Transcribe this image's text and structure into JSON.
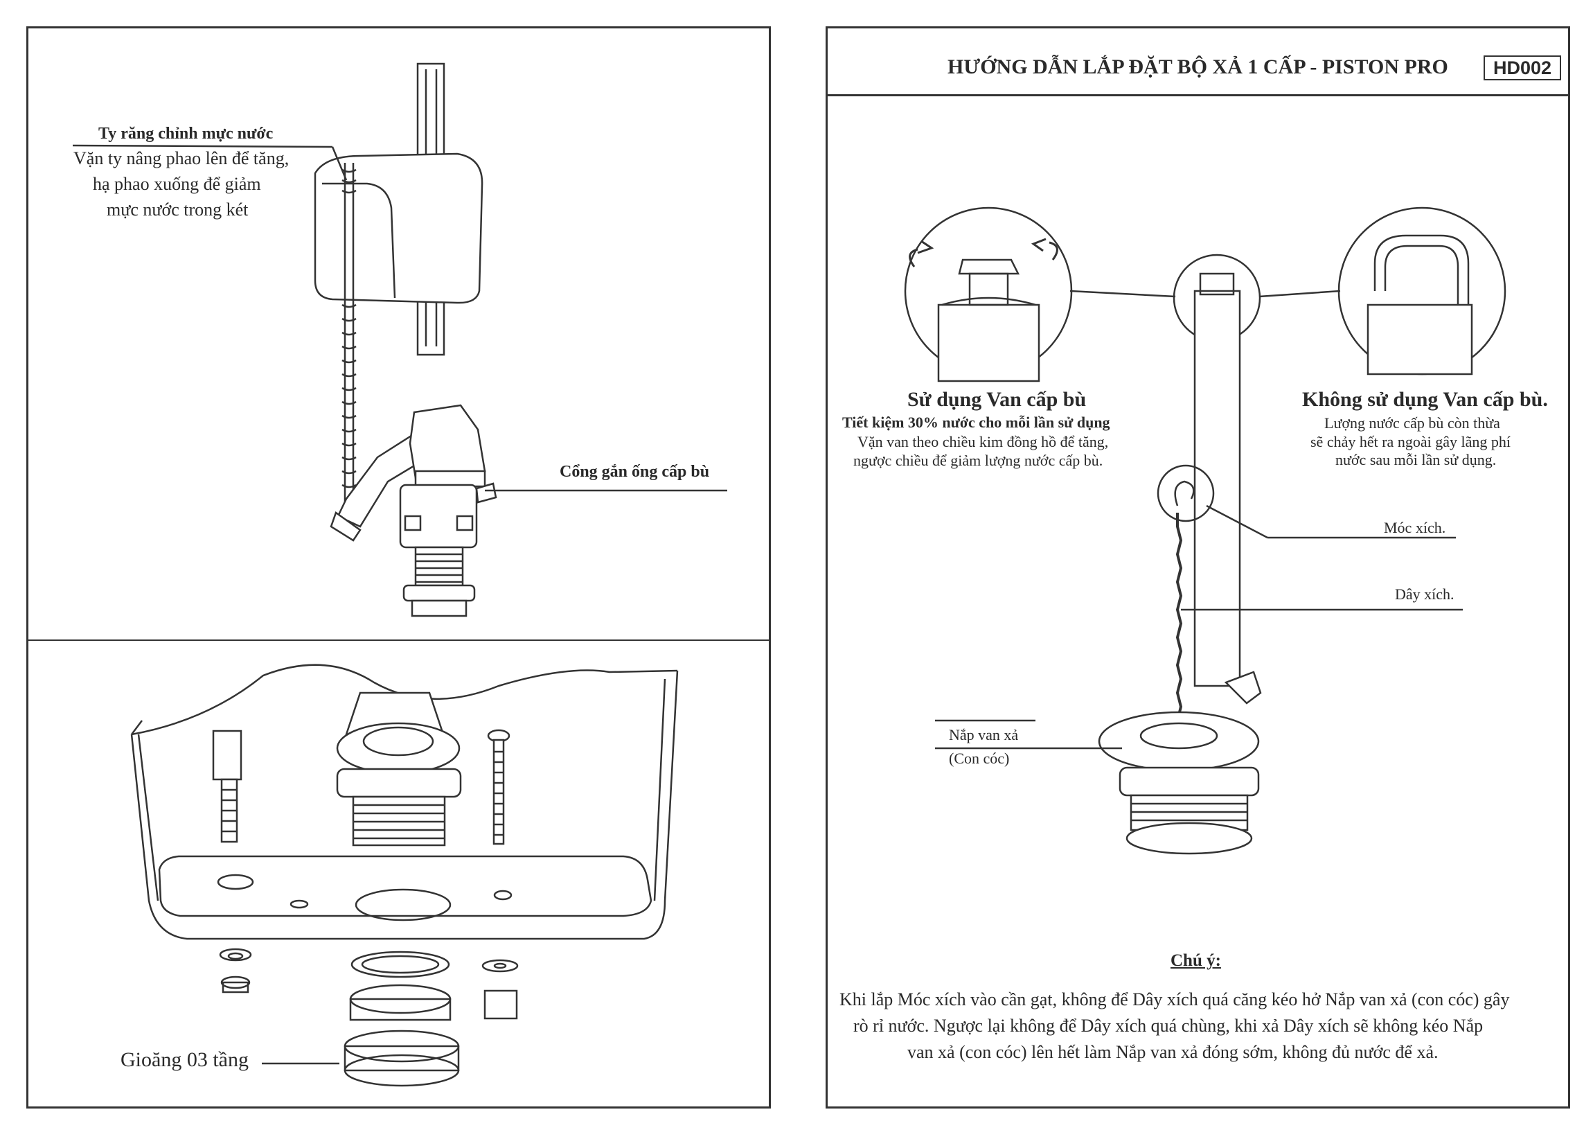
{
  "header": {
    "title": "HƯỚNG DẪN LẮP ĐẶT BỘ XẢ 1 CẤP - PISTON PRO",
    "code": "HD002"
  },
  "fill_valve": {
    "adjust_title": "Ty răng chỉnh mực nước",
    "adjust_desc": [
      "Vặn ty nâng phao lên để tăng,",
      "hạ phao xuống để giảm",
      "mực nước trong két"
    ],
    "refill_port": "Cổng gắn ống cấp bù"
  },
  "tank": {
    "gasket_label": "Gioăng 03 tầng"
  },
  "use_refill": {
    "title": "Sử dụng Van cấp bù",
    "subtitle": "Tiết kiệm 30% nước cho mỗi lần sử dụng",
    "desc": [
      "Vặn van theo chiều kim đồng hồ để tăng,",
      "ngược chiều để giảm lượng nước cấp bù."
    ]
  },
  "no_refill": {
    "title": "Không sử dụng Van cấp bù.",
    "desc": [
      "Lượng nước cấp bù còn thừa",
      "sẽ chảy hết ra ngoài gây lãng phí",
      "nước sau mỗi lần sử dụng."
    ]
  },
  "flush_labels": {
    "chain_hook": "Móc xích.",
    "chain": "Dây xích.",
    "flapper_1": "Nắp van xả",
    "flapper_2": "(Con cóc)"
  },
  "note": {
    "title": "Chú ý:",
    "lines": [
      "Khi lắp Móc xích vào cần gạt, không để Dây xích quá căng kéo hở Nắp van xả (con cóc) gây",
      "rò rỉ nước. Ngược lại không để Dây xích quá chùng, khi xả Dây xích sẽ không kéo Nắp",
      "van xả (con cóc) lên hết làm Nắp van xả đóng sớm, không đủ nước để xả."
    ]
  }
}
